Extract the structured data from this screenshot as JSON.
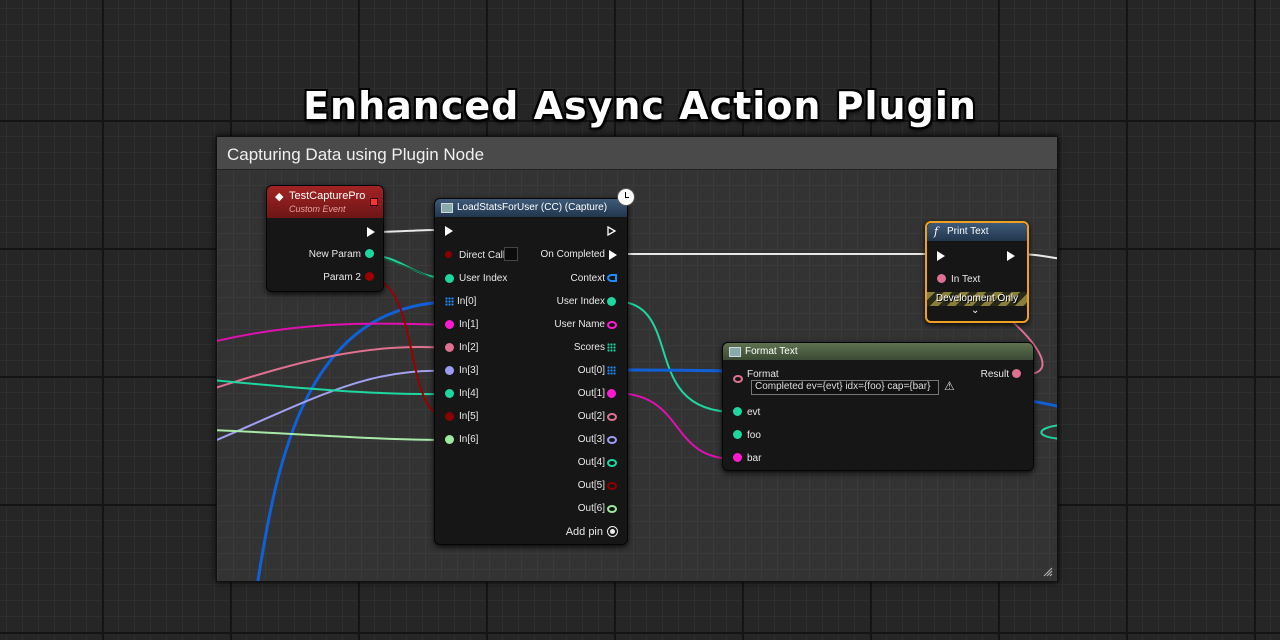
{
  "title": "Enhanced Async Action Plugin",
  "comment": {
    "label": "Capturing Data using Plugin Node"
  },
  "event_node": {
    "title": "TestCapturePro",
    "subtitle": "Custom Event",
    "pins": [
      "New Param",
      "Param 2"
    ]
  },
  "load_node": {
    "title": "LoadStatsForUser (CC) (Capture)",
    "inputs": [
      "Direct Call",
      "User Index",
      "In[0]",
      "In[1]",
      "In[2]",
      "In[3]",
      "In[4]",
      "In[5]",
      "In[6]"
    ],
    "outputs": [
      "On Completed",
      "Context",
      "User Index",
      "User Name",
      "Scores",
      "Out[0]",
      "Out[1]",
      "Out[2]",
      "Out[3]",
      "Out[4]",
      "Out[5]",
      "Out[6]"
    ],
    "add_pin": "Add pin"
  },
  "print_node": {
    "title": "Print Text",
    "in_text": "In Text",
    "dev_only": "Development Only"
  },
  "format_node": {
    "title": "Format Text",
    "format_label": "Format",
    "format_value": "Completed ev={evt} idx={foo} cap={bar}",
    "result": "Result",
    "args": [
      "evt",
      "foo",
      "bar"
    ]
  },
  "colors": {
    "exec": "#ffffff",
    "int": "#1ed6a0",
    "bool": "#8b0000",
    "text": "#e06ea0",
    "string": "#ff1ad0",
    "object": "#1e8cff",
    "struct": "#0f63c9",
    "float": "#9fe89f",
    "vector": "#9c9cf5",
    "event_header": "#8c1f1f",
    "print_border": "#f0a020"
  }
}
